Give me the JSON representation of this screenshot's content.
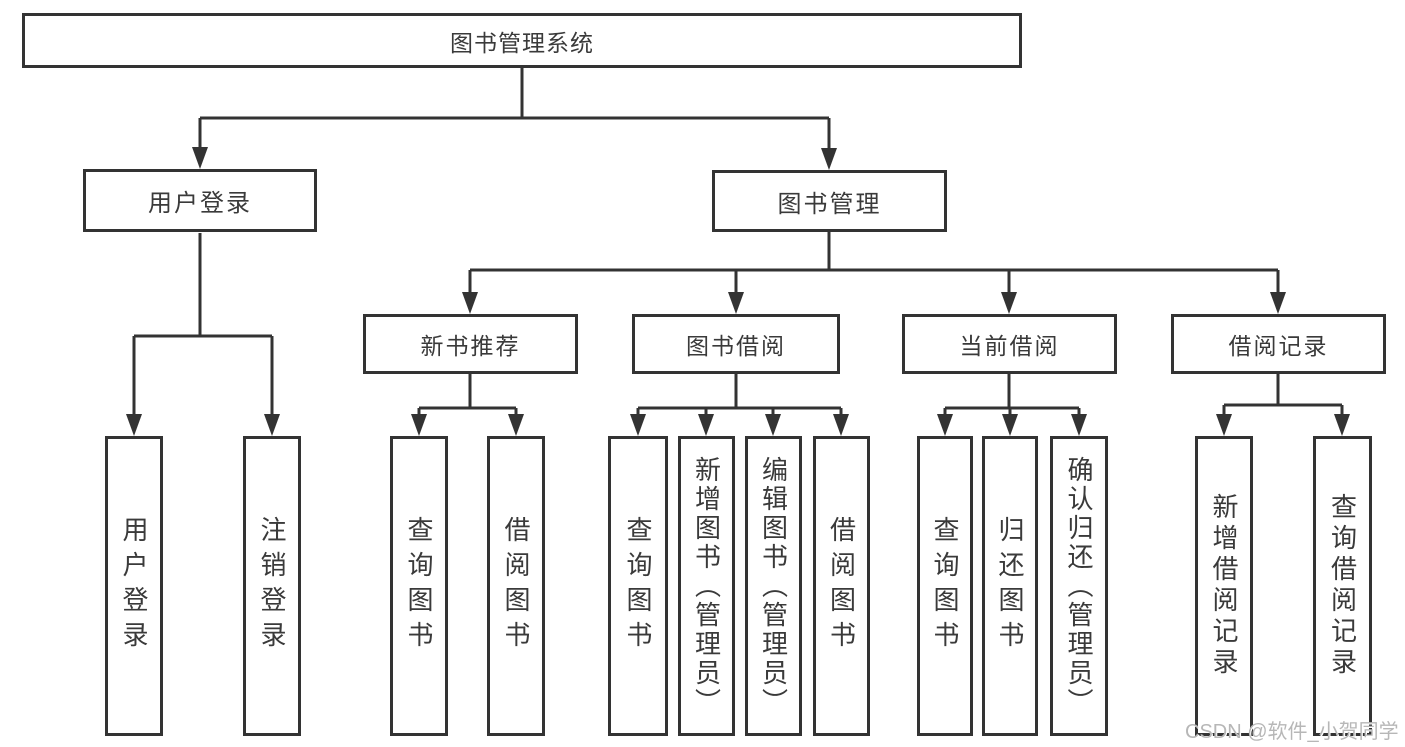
{
  "diagram": {
    "title": "图书管理系统",
    "watermark": "CSDN @软件_小贺同学",
    "colors": {
      "line": "#333333",
      "text": "#3a3a3a",
      "box_background": "#ffffff",
      "watermark": "#b7b7b7"
    },
    "nodes": {
      "root": "图书管理系统",
      "user_login": "用户登录",
      "book_mgmt": "图书管理",
      "new_books": "新书推荐",
      "book_borrow": "图书借阅",
      "current_borrow": "当前借阅",
      "borrow_records": "借阅记录",
      "leaf_user_login": "用户登录",
      "leaf_logout": "注销登录",
      "leaf_nb_query": "查询图书",
      "leaf_nb_borrow": "借阅图书",
      "leaf_bb_query": "查询图书",
      "leaf_bb_add": "新增图书（管理员）",
      "leaf_bb_edit": "编辑图书（管理员）",
      "leaf_bb_borrow": "借阅图书",
      "leaf_cb_query": "查询图书",
      "leaf_cb_return": "归还图书",
      "leaf_cb_confirm": "确认归还（管理员）",
      "leaf_br_add": "新增借阅记录",
      "leaf_br_query": "查询借阅记录"
    },
    "hierarchy": {
      "图书管理系统": {
        "用户登录": [
          "用户登录",
          "注销登录"
        ],
        "图书管理": {
          "新书推荐": [
            "查询图书",
            "借阅图书"
          ],
          "图书借阅": [
            "查询图书",
            "新增图书（管理员）",
            "编辑图书（管理员）",
            "借阅图书"
          ],
          "当前借阅": [
            "查询图书",
            "归还图书",
            "确认归还（管理员）"
          ],
          "借阅记录": [
            "新增借阅记录",
            "查询借阅记录"
          ]
        }
      }
    }
  }
}
